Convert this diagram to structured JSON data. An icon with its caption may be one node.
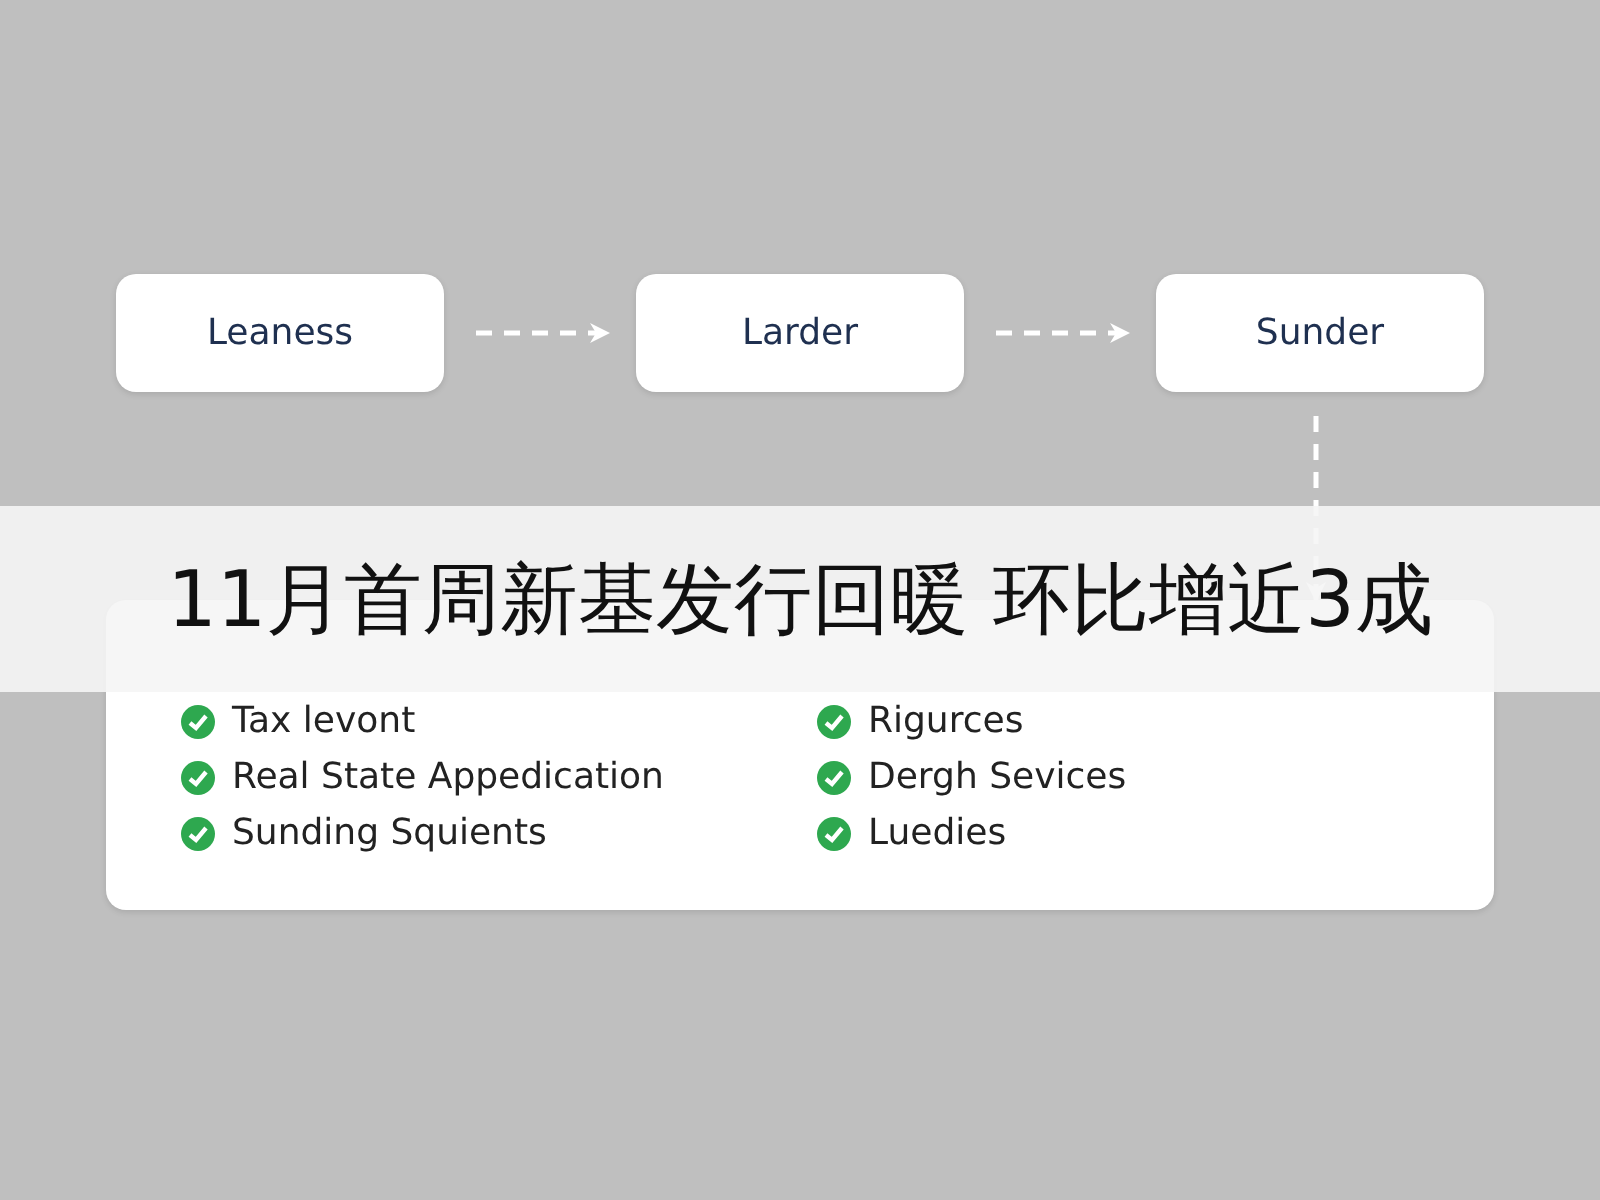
{
  "diagram": {
    "title": "11月首周新基发行回暖 环比增近3成",
    "nodes": [
      {
        "text": [
          "Leaness"
        ]
      },
      {
        "text": [
          "Larder"
        ]
      },
      {
        "text": [
          "Sunder"
        ]
      },
      {
        "text": [
          "Tax levont",
          "Real State Appedication",
          "Sunding Squients",
          "Rigurces",
          "Dergh Sevices",
          "Luedies"
        ]
      }
    ],
    "edges": [
      {
        "from": 0,
        "to": 1,
        "arrow": "to",
        "style": "dashed"
      },
      {
        "from": 1,
        "to": 2,
        "arrow": "to",
        "style": "dashed"
      },
      {
        "from": 2,
        "to": 3,
        "arrow": "to",
        "style": "dashed"
      }
    ]
  }
}
